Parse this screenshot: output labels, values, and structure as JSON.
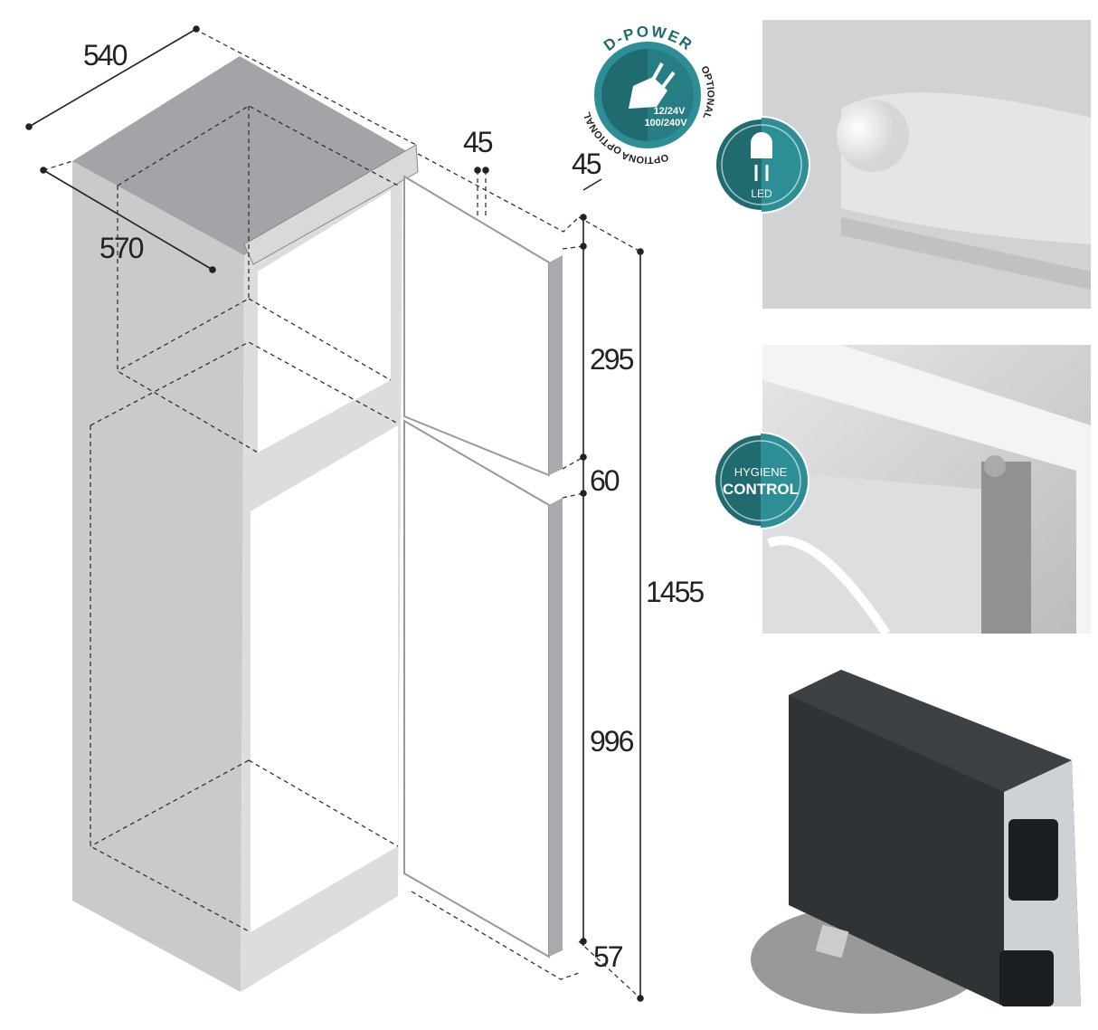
{
  "dimensions": {
    "width": "540",
    "depth": "570",
    "door_thickness": "45",
    "top_offset": "45",
    "freezer_door_height": "295",
    "door_gap": "60",
    "total_height": "1455",
    "fridge_door_height": "996",
    "bottom_offset": "57"
  },
  "badges": {
    "dpower": {
      "title": "D-POWER",
      "ring": "OPTIONAL",
      "line1": "12/24V",
      "line2": "100/240V",
      "icon": "plug-icon"
    },
    "led": {
      "label": "LED",
      "icon": "light-bulb-icon"
    },
    "hygiene": {
      "line1": "HYGIENE",
      "line2": "CONTROL"
    }
  },
  "colors": {
    "badge_teal": "#1f6b70",
    "badge_light": "#2d8f95",
    "cabinet": "#c9cacc",
    "door": "#a8aaad"
  }
}
